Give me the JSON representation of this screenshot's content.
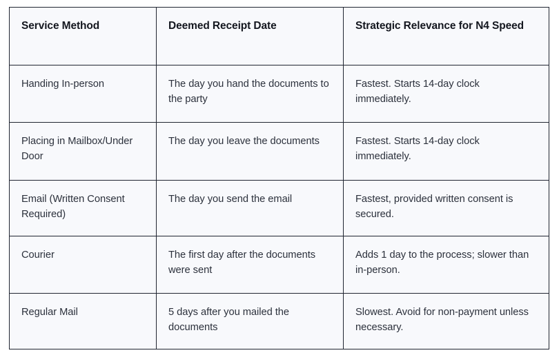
{
  "table": {
    "columns": [
      "Service Method",
      "Deemed Receipt Date",
      "Strategic Relevance for N4 Speed"
    ],
    "rows": [
      {
        "method": "Handing In-person",
        "deemed_receipt_date": "The day you hand the documents to the party",
        "strategic_relevance": "Fastest. Starts 14-day clock immediately."
      },
      {
        "method": "Placing in Mailbox/Under Door",
        "deemed_receipt_date": "The day you leave the documents",
        "strategic_relevance": "Fastest. Starts 14-day clock immediately."
      },
      {
        "method": "Email (Written Consent Required)",
        "deemed_receipt_date": "The day you send the email",
        "strategic_relevance": "Fastest, provided written consent is secured."
      },
      {
        "method": "Courier",
        "deemed_receipt_date": "The first day after the documents were sent",
        "strategic_relevance": "Adds 1 day to the process; slower than in-person."
      },
      {
        "method": "Regular Mail",
        "deemed_receipt_date": "5 days after you mailed the documents",
        "strategic_relevance": "Slowest. Avoid for non-payment unless necessary."
      }
    ]
  },
  "colors": {
    "cell_background": "#f8f9fc",
    "border": "#1f2430",
    "header_text": "#14171f",
    "body_text": "#2c313c",
    "page_background": "#ffffff"
  }
}
